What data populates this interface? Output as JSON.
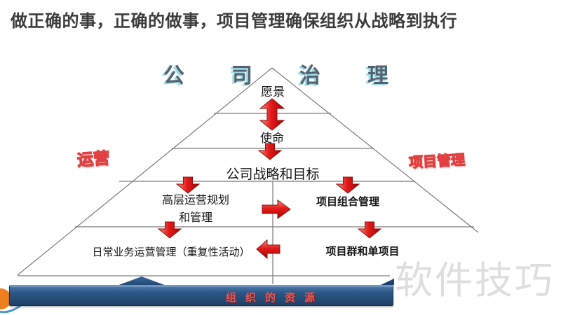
{
  "title": "做正确的事，正确的做事，项目管理确保组织从战略到执行",
  "diagram": {
    "governance_header": "公司治理",
    "levels": {
      "vision": "愿景",
      "mission": "使命",
      "strategy": "公司战略和目标"
    },
    "left_branch": {
      "side_label": "运营",
      "planning_line1": "高层运营规划",
      "planning_line2": "和管理",
      "daily_ops": "日常业务运营管理（重复性活动）"
    },
    "right_branch": {
      "side_label": "项目管理",
      "portfolio": "项目组合管理",
      "programs": "项目群和单项目"
    },
    "base_bar_label": "组织的资源"
  },
  "watermark": "软件技巧",
  "icons": {
    "up_down_arrow": "double-headed vertical arrow between vision and mission",
    "down_arrows": "red 3d down arrows between pyramid levels",
    "right_arrow": "red arrow pointing right toward portfolio management",
    "left_arrow": "red arrow pointing left toward daily operations",
    "up_arrow_resources": "navy arrow rising from resources bar",
    "logo_sun": "orange sun logo bottom-left"
  },
  "colors": {
    "arrow_red": "#d91c1c",
    "bar_navy": "#2c5786",
    "header_cyan": "#9fdde9",
    "side_label_red": "#e04040",
    "watermark_gray": "#dedede",
    "line_gray": "#7a7a7a",
    "title_gray": "#3c3c3c"
  }
}
